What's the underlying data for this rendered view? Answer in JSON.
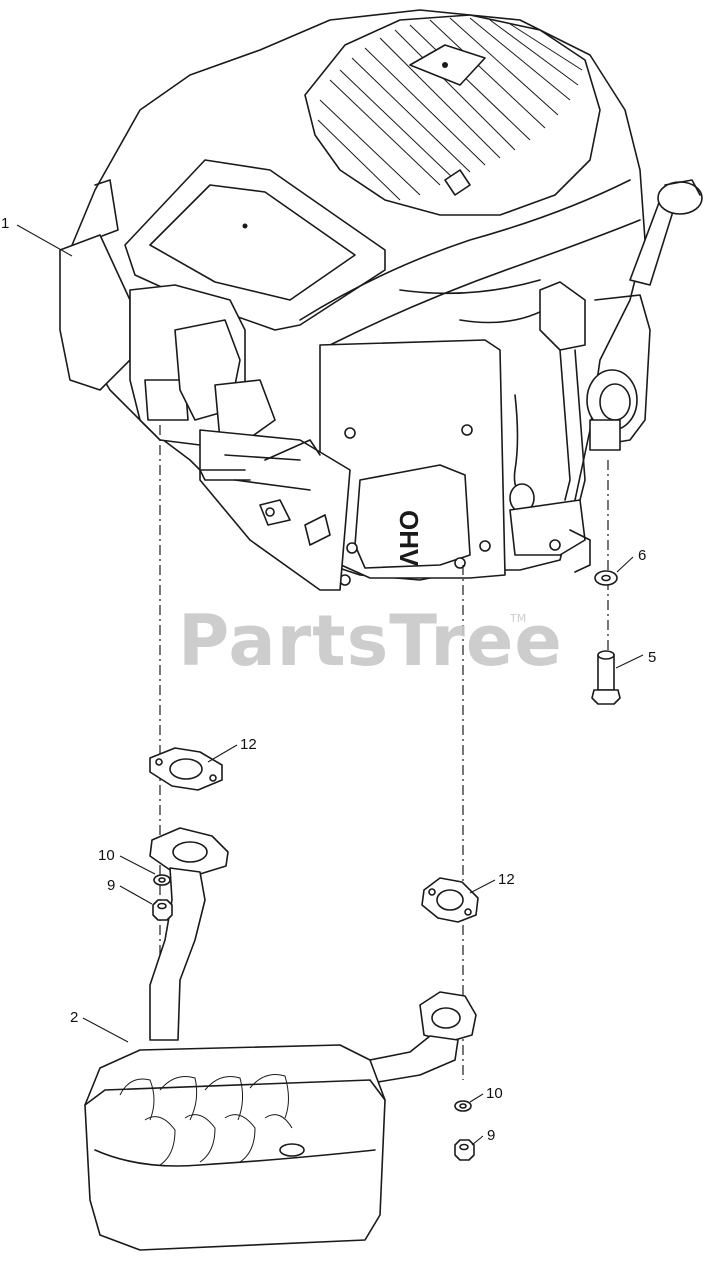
{
  "watermark": {
    "text": "PartsTree",
    "trademark": "TM"
  },
  "engine_label": "OHV",
  "callouts": [
    {
      "id": "1",
      "label": "1"
    },
    {
      "id": "2",
      "label": "2"
    },
    {
      "id": "5",
      "label": "5"
    },
    {
      "id": "6",
      "label": "6"
    },
    {
      "id": "9a",
      "label": "9"
    },
    {
      "id": "9b",
      "label": "9"
    },
    {
      "id": "10a",
      "label": "10"
    },
    {
      "id": "10b",
      "label": "10"
    },
    {
      "id": "12a",
      "label": "12"
    },
    {
      "id": "12b",
      "label": "12"
    }
  ]
}
